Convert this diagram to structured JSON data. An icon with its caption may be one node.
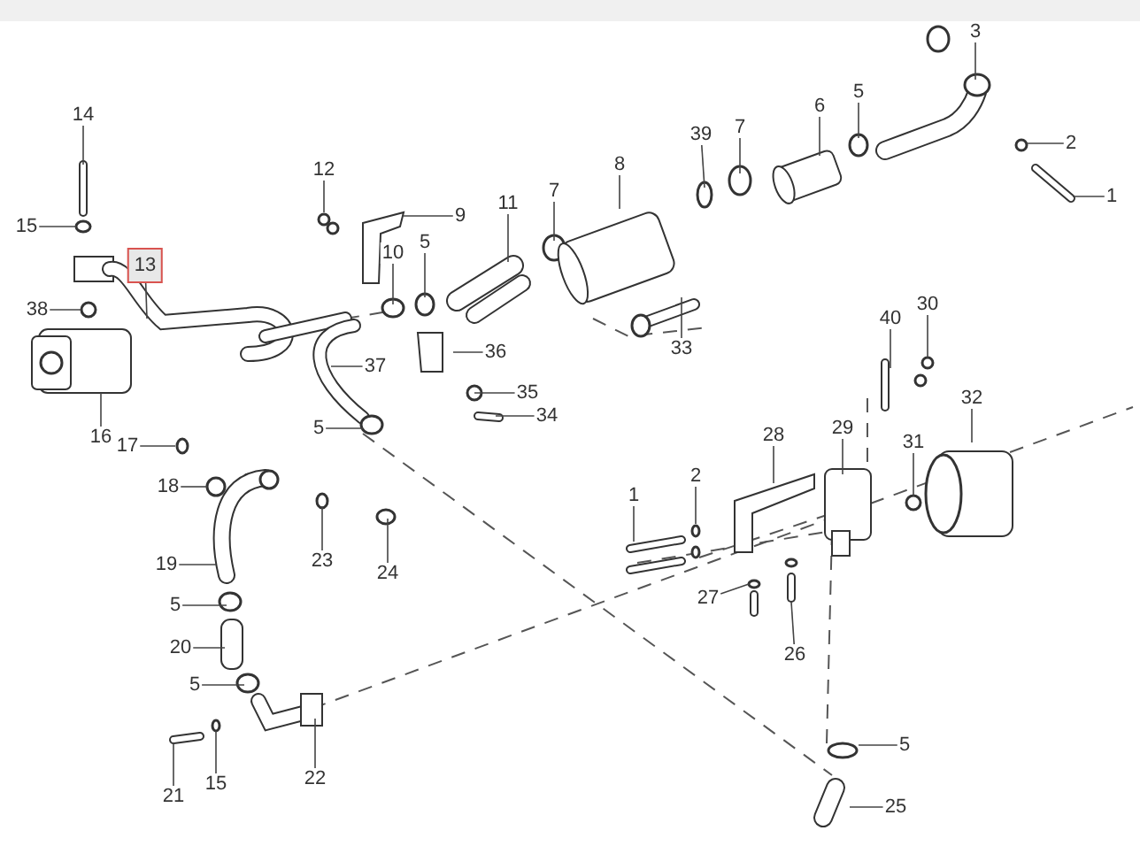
{
  "diagram": {
    "nodes": [
      {
        "text": [
          "3"
        ]
      },
      {
        "text": [
          "14"
        ]
      },
      {
        "text": [
          "5"
        ]
      },
      {
        "text": [
          "6"
        ]
      },
      {
        "text": [
          "39"
        ]
      },
      {
        "text": [
          "7"
        ]
      },
      {
        "text": [
          "8"
        ]
      },
      {
        "text": [
          "2"
        ]
      },
      {
        "text": [
          "1"
        ]
      },
      {
        "text": [
          "12"
        ]
      },
      {
        "text": [
          "7"
        ]
      },
      {
        "text": [
          "11"
        ]
      },
      {
        "text": [
          "9"
        ]
      },
      {
        "text": [
          "15"
        ]
      },
      {
        "text": [
          "5"
        ]
      },
      {
        "text": [
          "10"
        ]
      },
      {
        "text": [
          "13"
        ]
      },
      {
        "text": [
          "38"
        ]
      },
      {
        "text": [
          "40"
        ]
      },
      {
        "text": [
          "30"
        ]
      },
      {
        "text": [
          "36"
        ]
      },
      {
        "text": [
          "33"
        ]
      },
      {
        "text": [
          "37"
        ]
      },
      {
        "text": [
          "35"
        ]
      },
      {
        "text": [
          "34"
        ]
      },
      {
        "text": [
          "32"
        ]
      },
      {
        "text": [
          "5"
        ]
      },
      {
        "text": [
          "16"
        ]
      },
      {
        "text": [
          "28"
        ]
      },
      {
        "text": [
          "29"
        ]
      },
      {
        "text": [
          "31"
        ]
      },
      {
        "text": [
          "17"
        ]
      },
      {
        "text": [
          "2"
        ]
      },
      {
        "text": [
          "18"
        ]
      },
      {
        "text": [
          "1"
        ]
      },
      {
        "text": [
          "23"
        ]
      },
      {
        "text": [
          "24"
        ]
      },
      {
        "text": [
          "19"
        ]
      },
      {
        "text": [
          "27"
        ]
      },
      {
        "text": [
          "5"
        ]
      },
      {
        "text": [
          "20"
        ]
      },
      {
        "text": [
          "26"
        ]
      },
      {
        "text": [
          "5"
        ]
      },
      {
        "text": [
          "5"
        ]
      },
      {
        "text": [
          "22"
        ]
      },
      {
        "text": [
          "15"
        ]
      },
      {
        "text": [
          "21"
        ]
      },
      {
        "text": [
          "25"
        ]
      }
    ],
    "edges": [
      {
        "from": 0,
        "to": null,
        "arrow": "none"
      },
      {
        "from": 1,
        "to": null,
        "arrow": "none"
      },
      {
        "from": 2,
        "to": null,
        "arrow": "none"
      },
      {
        "from": 3,
        "to": null,
        "arrow": "none"
      },
      {
        "from": 4,
        "to": null,
        "arrow": "none"
      },
      {
        "from": 5,
        "to": null,
        "arrow": "none"
      },
      {
        "from": 6,
        "to": null,
        "arrow": "none"
      },
      {
        "from": 7,
        "to": null,
        "arrow": "none"
      },
      {
        "from": 8,
        "to": null,
        "arrow": "none"
      },
      {
        "from": 9,
        "to": null,
        "arrow": "none"
      },
      {
        "from": 10,
        "to": null,
        "arrow": "none"
      },
      {
        "from": 11,
        "to": null,
        "arrow": "none"
      },
      {
        "from": 12,
        "to": null,
        "arrow": "none"
      },
      {
        "from": 13,
        "to": null,
        "arrow": "none"
      },
      {
        "from": 14,
        "to": null,
        "arrow": "none"
      },
      {
        "from": 15,
        "to": null,
        "arrow": "none"
      },
      {
        "from": 16,
        "to": null,
        "arrow": "none"
      },
      {
        "from": 17,
        "to": null,
        "arrow": "none"
      },
      {
        "from": 18,
        "to": null,
        "arrow": "none"
      },
      {
        "from": 19,
        "to": null,
        "arrow": "none"
      },
      {
        "from": 20,
        "to": null,
        "arrow": "none"
      },
      {
        "from": 21,
        "to": null,
        "arrow": "none"
      },
      {
        "from": 22,
        "to": null,
        "arrow": "none"
      },
      {
        "from": 23,
        "to": null,
        "arrow": "none"
      },
      {
        "from": 24,
        "to": null,
        "arrow": "none"
      },
      {
        "from": 25,
        "to": null,
        "arrow": "none"
      },
      {
        "from": 26,
        "to": null,
        "arrow": "none"
      },
      {
        "from": 27,
        "to": null,
        "arrow": "none"
      },
      {
        "from": 28,
        "to": null,
        "arrow": "none"
      },
      {
        "from": 29,
        "to": null,
        "arrow": "none"
      },
      {
        "from": 30,
        "to": null,
        "arrow": "none"
      },
      {
        "from": 31,
        "to": null,
        "arrow": "none"
      },
      {
        "from": 32,
        "to": null,
        "arrow": "none"
      },
      {
        "from": 33,
        "to": null,
        "arrow": "none"
      },
      {
        "from": 34,
        "to": null,
        "arrow": "none"
      },
      {
        "from": 35,
        "to": null,
        "arrow": "none"
      },
      {
        "from": 36,
        "to": null,
        "arrow": "none"
      },
      {
        "from": 37,
        "to": null,
        "arrow": "none"
      },
      {
        "from": 38,
        "to": null,
        "arrow": "none"
      },
      {
        "from": 39,
        "to": null,
        "arrow": "none"
      },
      {
        "from": 40,
        "to": null,
        "arrow": "none"
      },
      {
        "from": 41,
        "to": null,
        "arrow": "none"
      },
      {
        "from": 42,
        "to": null,
        "arrow": "none"
      },
      {
        "from": 43,
        "to": null,
        "arrow": "none"
      },
      {
        "from": 44,
        "to": null,
        "arrow": "none"
      },
      {
        "from": 45,
        "to": null,
        "arrow": "none"
      },
      {
        "from": 46,
        "to": null,
        "arrow": "none"
      },
      {
        "from": 47,
        "to": null,
        "arrow": "none"
      }
    ]
  }
}
